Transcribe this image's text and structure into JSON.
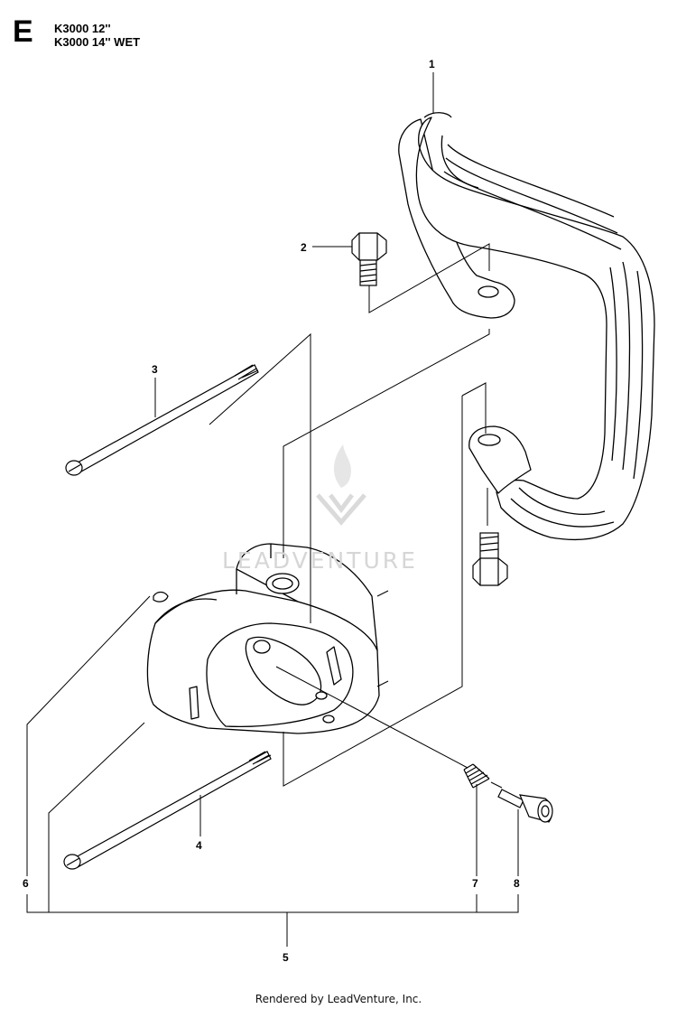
{
  "header": {
    "section_letter": "E",
    "models": [
      "K3000 12''",
      "K3000 14'' WET"
    ]
  },
  "watermark": {
    "text": "LEADVENTURE"
  },
  "parts": [
    {
      "callout": "1"
    },
    {
      "callout": "2"
    },
    {
      "callout": "3"
    },
    {
      "callout": "4"
    },
    {
      "callout": "5"
    },
    {
      "callout": "6"
    },
    {
      "callout": "7"
    },
    {
      "callout": "8"
    }
  ],
  "footer": {
    "text": "Rendered by LeadVenture, Inc."
  }
}
